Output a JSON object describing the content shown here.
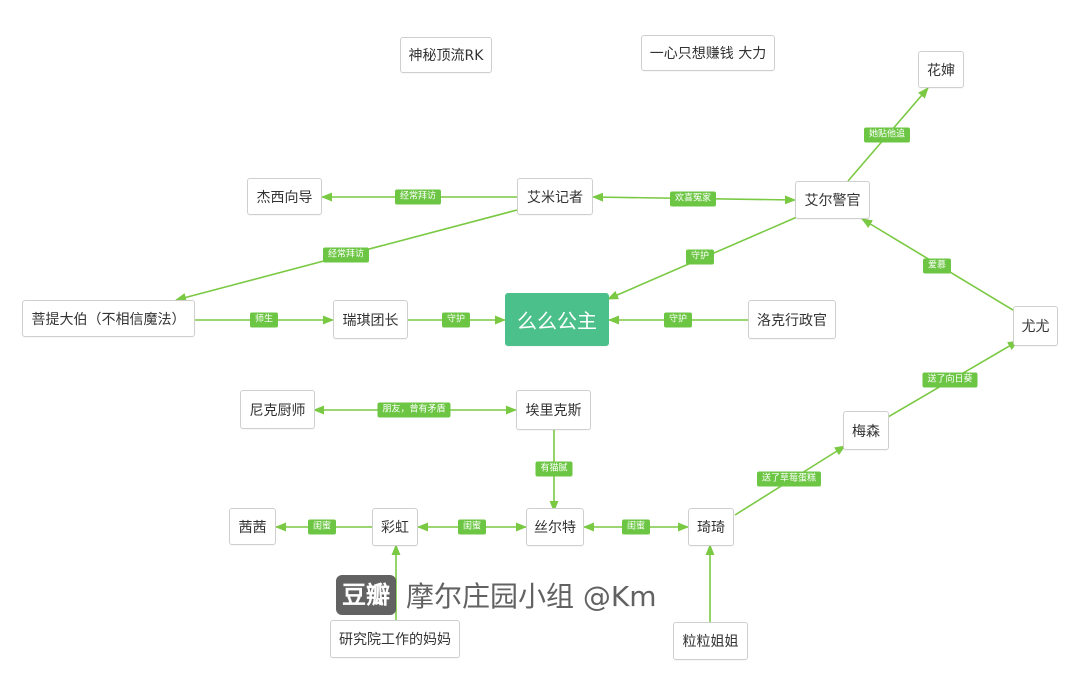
{
  "colors": {
    "edge": "#7ac943",
    "label_bg": "#6cc644",
    "center_bg": "#4cc08a"
  },
  "nodes": {
    "shenmi": "神秘顶流RK",
    "yixin": "一心只想赚钱 大力",
    "huashen": "花婶",
    "jiexi": "杰西向导",
    "aimi": "艾米记者",
    "aier": "艾尔警官",
    "puti": "菩提大伯（不相信魔法）",
    "ruiqi": "瑞琪团长",
    "yaoyao": "么么公主",
    "luoke": "洛克行政官",
    "youyou": "尤尤",
    "nike": "尼克厨师",
    "ailike": "埃里克斯",
    "meisen": "梅森",
    "xixi": "茜茜",
    "caihong": "彩虹",
    "siert": "丝尔特",
    "qiqi": "琦琦",
    "yanjiu": "研究院工作的妈妈",
    "lili": "粒粒姐姐"
  },
  "edge_labels": {
    "aier_huashen": "她贴他追",
    "aimi_jiexi": "经常拜访",
    "aimi_aier": "欢喜冤家",
    "aimi_puti": "经常拜访",
    "aier_yaoyao": "守护",
    "youyou_aier": "爱慕",
    "puti_ruiqi": "师生",
    "ruiqi_yaoyao": "守护",
    "luoke_yaoyao": "守护",
    "meisen_youyou": "送了向日葵",
    "nike_ailike": "朋友，曾有矛盾",
    "ailike_siert": "有猫腻",
    "qiqi_meisen": "送了草莓蛋糕",
    "caihong_xixi": "闺蜜",
    "caihong_siert": "闺蜜",
    "siert_qiqi": "闺蜜"
  },
  "watermark": {
    "logo": "豆瓣",
    "text": "摩尔庄园小组 @Km"
  }
}
